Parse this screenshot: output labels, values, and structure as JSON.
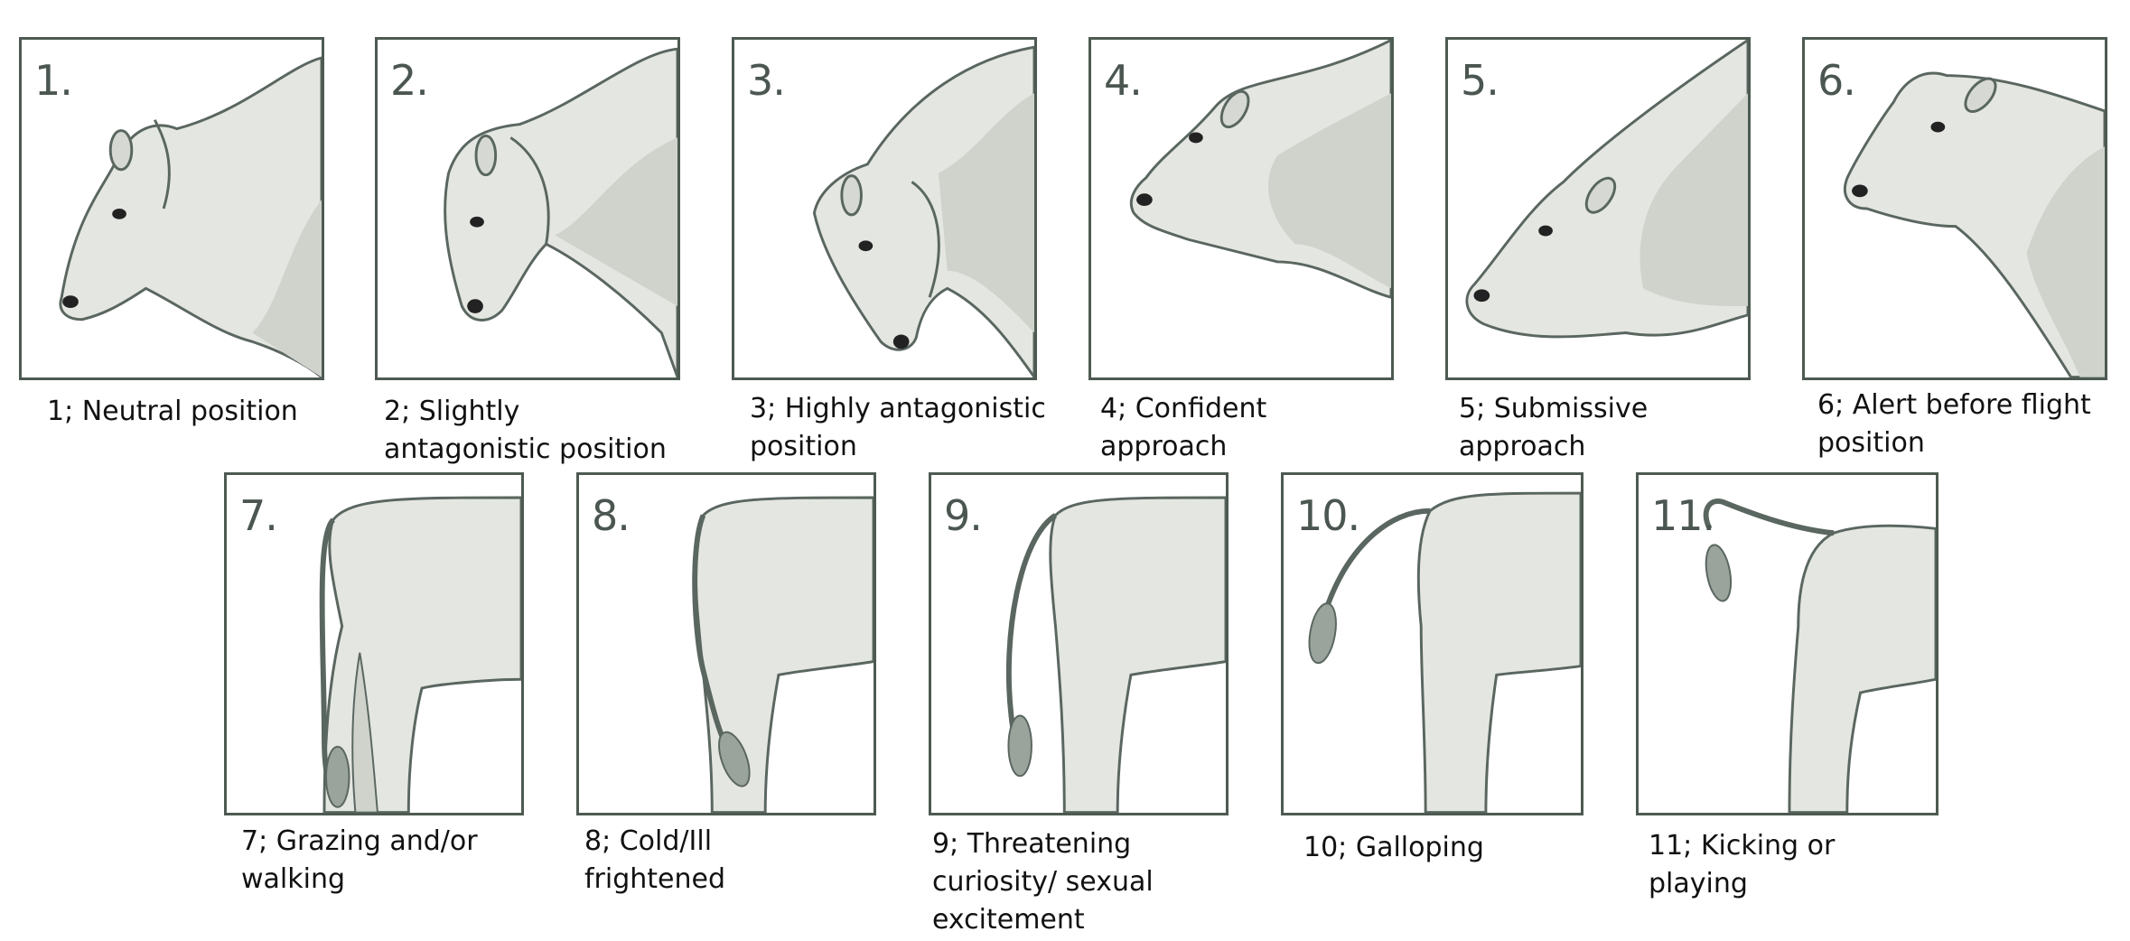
{
  "panels": [
    {
      "number": "1.",
      "caption": [
        "1; Neutral position"
      ]
    },
    {
      "number": "2.",
      "caption": [
        "2; Slightly",
        "antagonistic position"
      ]
    },
    {
      "number": "3.",
      "caption": [
        "3; Highly antagonistic",
        "position"
      ]
    },
    {
      "number": "4.",
      "caption": [
        "4; Confident",
        "approach"
      ]
    },
    {
      "number": "5.",
      "caption": [
        "5; Submissive",
        "approach"
      ]
    },
    {
      "number": "6.",
      "caption": [
        "6; Alert before flight",
        "position"
      ]
    },
    {
      "number": "7.",
      "caption": [
        "7; Grazing and/or",
        "walking"
      ]
    },
    {
      "number": "8.",
      "caption": [
        "8; Cold/Ill",
        "frightened"
      ]
    },
    {
      "number": "9.",
      "caption": [
        "9; Threatening",
        "curiosity/ sexual",
        "excitement"
      ]
    },
    {
      "number": "10.",
      "caption": [
        "10; Galloping"
      ]
    },
    {
      "number": "11.",
      "caption": [
        "11; Kicking or",
        "playing"
      ]
    }
  ],
  "colors": {
    "frame": "#4d5a52",
    "body_fill": "#e4e6e1",
    "shade_fill": "#cfd3cc",
    "outline": "#5a6660",
    "tail_tuft": "#9aa39c"
  }
}
